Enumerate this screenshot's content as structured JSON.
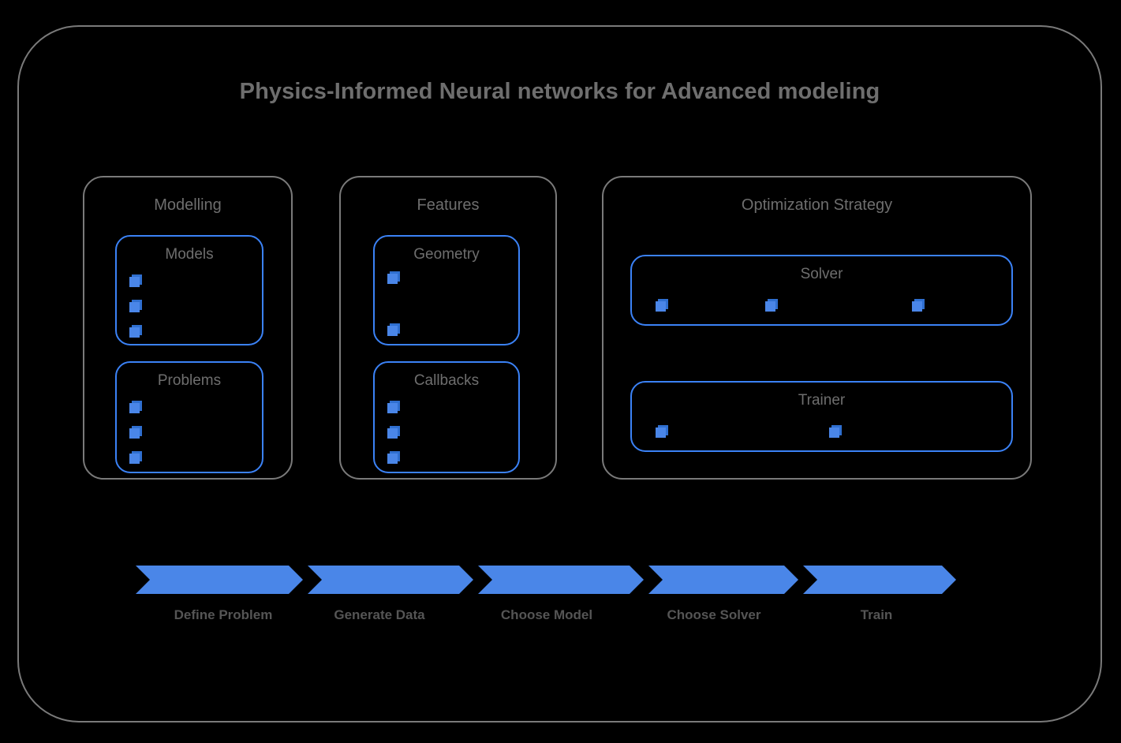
{
  "diagram": {
    "title": "Physics-Informed Neural networks for Advanced modeling",
    "accent_color": "#4a86e8",
    "card_border_color": "#3b82f6",
    "panel_border_color": "#7a7a7a",
    "text_color": "#6e6e6e",
    "background_color": "#000000"
  },
  "groups": [
    {
      "id": "modelling",
      "label": "Modelling",
      "cards": [
        {
          "id": "models",
          "label": "Models",
          "bullet_count": 3
        },
        {
          "id": "problems",
          "label": "Problems",
          "bullet_count": 3
        }
      ]
    },
    {
      "id": "features",
      "label": "Features",
      "cards": [
        {
          "id": "geometry",
          "label": "Geometry",
          "bullet_count": 2
        },
        {
          "id": "callbacks",
          "label": "Callbacks",
          "bullet_count": 3
        }
      ]
    },
    {
      "id": "optimization-strategy",
      "label": "Optimization Strategy",
      "cards": [
        {
          "id": "solver",
          "label": "Solver",
          "bullet_count": 3
        },
        {
          "id": "trainer",
          "label": "Trainer",
          "bullet_count": 2
        }
      ]
    }
  ],
  "pipeline": {
    "steps": [
      {
        "label": "Define Problem"
      },
      {
        "label": "Generate Data"
      },
      {
        "label": "Choose Model"
      },
      {
        "label": "Choose Solver"
      },
      {
        "label": "Train"
      }
    ]
  }
}
